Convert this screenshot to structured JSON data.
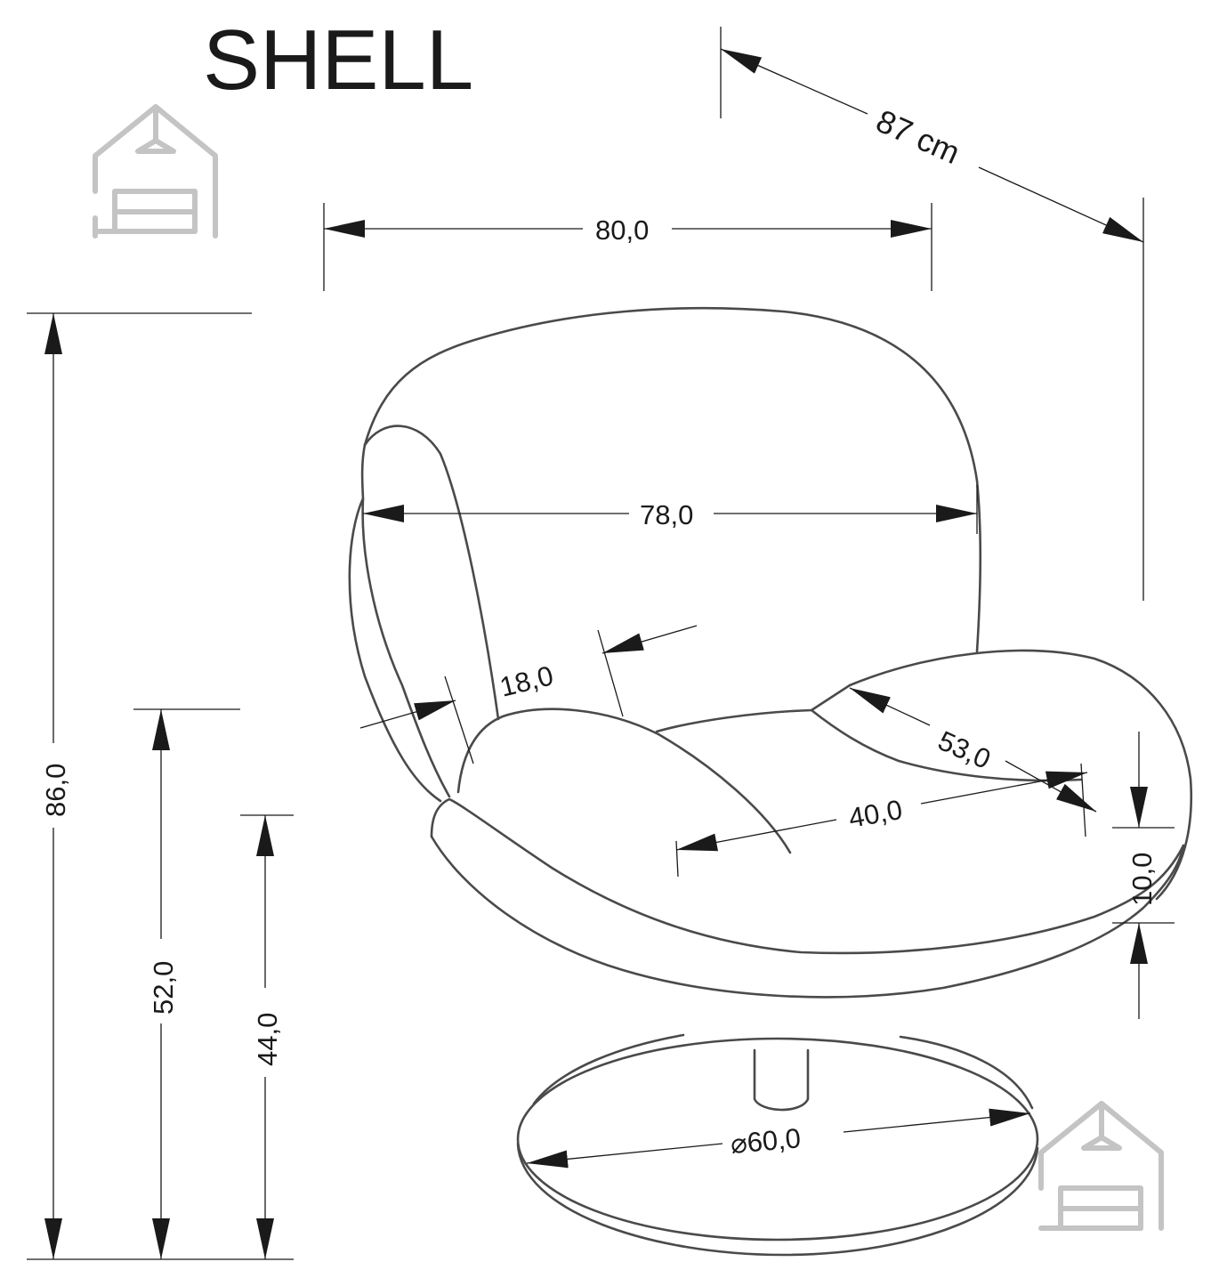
{
  "product_name": "SHELL",
  "dimensions": {
    "depth": "87 cm",
    "width": "80,0",
    "inner_width": "78,0",
    "total_height": "86,0",
    "armrest_height": "52,0",
    "seat_height": "44,0",
    "armrest_width": "18,0",
    "seat_span": "53,0",
    "seat_depth": "40,0",
    "cushion_thickness": "10,0",
    "base_diameter": "⌀60,0"
  },
  "icons": [
    "house-sofa-logo-icon",
    "house-sofa-logo-icon"
  ],
  "colors": {
    "line": "#1a1a1a",
    "chair_outline": "#4a4a4a",
    "logo": "#c4c4c4"
  }
}
